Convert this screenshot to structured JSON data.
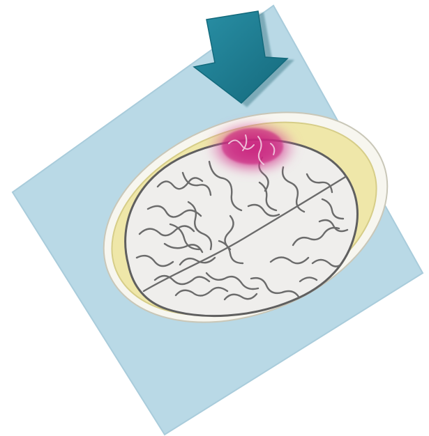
{
  "illustration": {
    "colors": {
      "page_background": "#ffffff",
      "panel_fill": "#b9d9e6",
      "panel_edge": "#a9ccdb",
      "skull_outer": "#f3f1e6",
      "skull_band": "#efe7a9",
      "skull_inner_edge": "#d6cd88",
      "brain_fill": "#efeeec",
      "brain_outline": "#5f5f5f",
      "gyri_lines": "#6b6b6b",
      "lesion_highlight": "#d2308a",
      "arrow_fill": "#1b7d92",
      "arrow_shadow": "#0f5665"
    },
    "icons": {
      "arrow": "down-arrow-icon",
      "lesion": "brain-lesion-highlight"
    },
    "parts": [
      "background-panel",
      "skull",
      "brain",
      "lesion",
      "pointer-arrow"
    ]
  }
}
